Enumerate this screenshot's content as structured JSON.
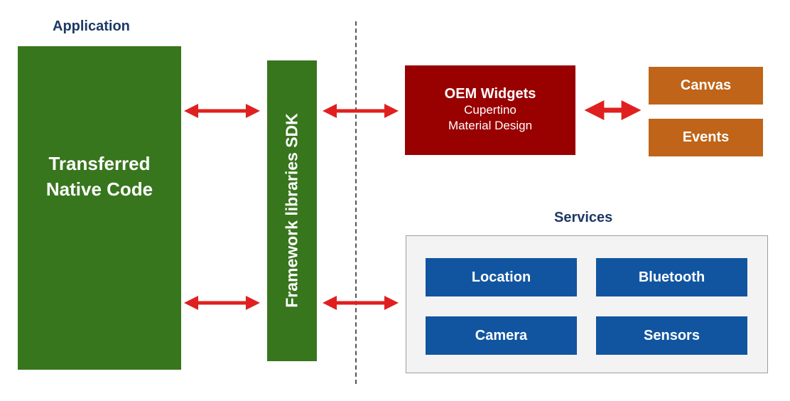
{
  "application": {
    "heading": "Application",
    "native_code_line1": "Transferred",
    "native_code_line2": "Native Code"
  },
  "sdk": {
    "label": "Framework libraries SDK"
  },
  "oem": {
    "title": "OEM Widgets",
    "line1": "Cupertino",
    "line2": "Material Design"
  },
  "rendering": {
    "canvas": "Canvas",
    "events": "Events"
  },
  "services": {
    "heading": "Services",
    "items": [
      "Location",
      "Bluetooth",
      "Camera",
      "Sensors"
    ]
  },
  "colors": {
    "heading_text": "#1f3864",
    "green": "#38761d",
    "oem_red": "#990000",
    "orange": "#bf6418",
    "service_blue": "#1155a0",
    "panel_gray": "#f3f3f3",
    "arrow_red": "#e02020"
  }
}
